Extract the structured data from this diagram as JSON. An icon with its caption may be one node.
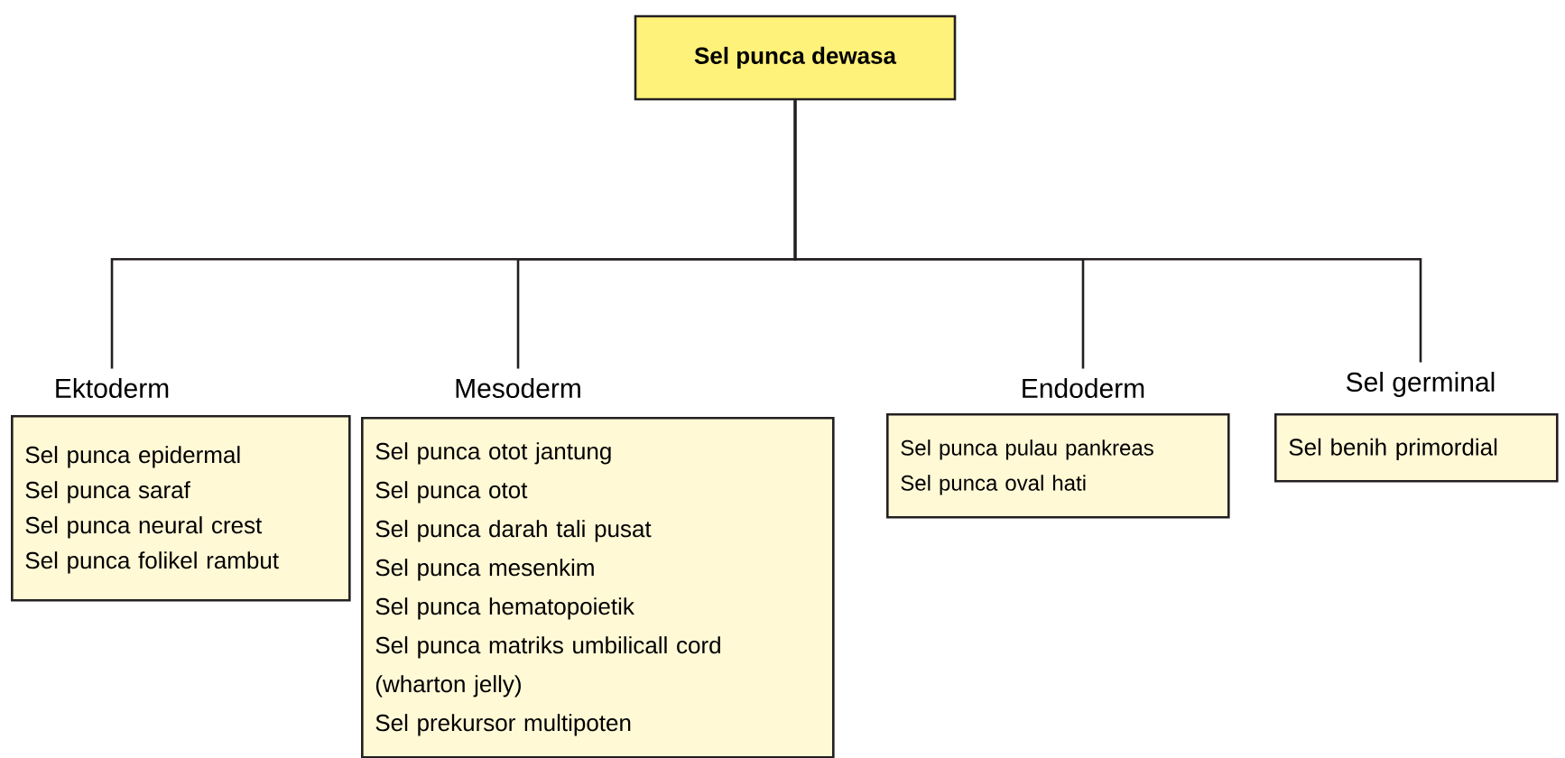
{
  "diagram": {
    "nodes": [
      {
        "text": [
          "Sel punca dewasa"
        ]
      },
      {
        "text": [
          "Ektoderm",
          "Sel punca epidermal",
          "Sel punca saraf",
          "Sel punca neural crest",
          "Sel punca folikel rambut"
        ]
      },
      {
        "text": [
          "Mesoderm",
          "Sel punca otot jantung",
          "Sel punca otot",
          "Sel punca darah tali pusat",
          "Sel punca mesenkim",
          "Sel punca hematopoietik",
          "Sel punca matriks umbilicall cord (wharton jelly)",
          "Sel prekursor multipoten"
        ]
      },
      {
        "text": [
          "Endoderm",
          "Sel punca pulau pankreas",
          "Sel punca oval hati"
        ]
      },
      {
        "text": [
          "Sel germinal",
          "Sel benih primordial"
        ]
      }
    ],
    "edges": [
      {
        "from": 0,
        "to": 1,
        "arrow": "none"
      },
      {
        "from": 0,
        "to": 2,
        "arrow": "none"
      },
      {
        "from": 0,
        "to": 3,
        "arrow": "none"
      },
      {
        "from": 0,
        "to": 4,
        "arrow": "none"
      }
    ]
  }
}
